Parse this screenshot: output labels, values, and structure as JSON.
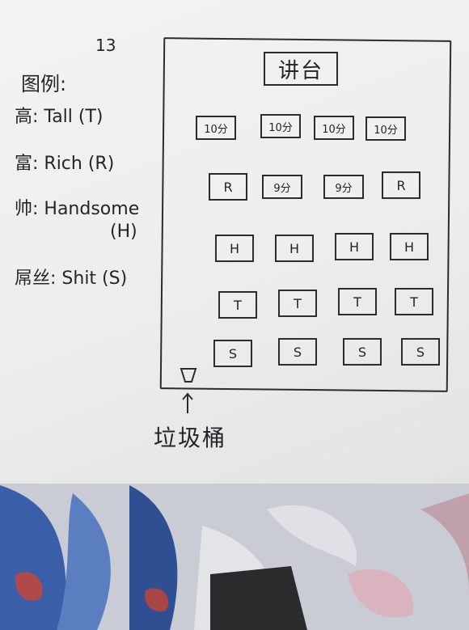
{
  "page_number": "13",
  "legend": {
    "title": "图例:",
    "items": [
      {
        "label": "高: Tall (T)"
      },
      {
        "label": "富: Rich (R)"
      },
      {
        "label": "帅: Handsome"
      },
      {
        "label": "(H)"
      },
      {
        "label": "屌丝: Shit (S)"
      }
    ]
  },
  "podium": "讲台",
  "rows": [
    [
      "10分",
      "10分",
      "10分",
      "10分"
    ],
    [
      "R",
      "9分",
      "9分",
      "R"
    ],
    [
      "H",
      "H",
      "H",
      "H"
    ],
    [
      "T",
      "T",
      "T",
      "T"
    ],
    [
      "S",
      "S",
      "S",
      "S"
    ]
  ],
  "trash_label": "垃圾桶"
}
